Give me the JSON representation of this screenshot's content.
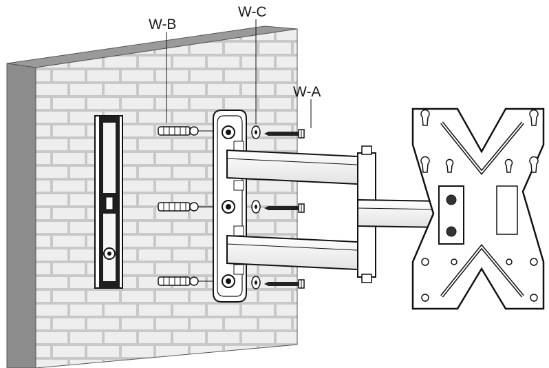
{
  "callouts": {
    "wall_anchor": "W-B",
    "washer": "W-C",
    "lag_bolt": "W-A"
  }
}
